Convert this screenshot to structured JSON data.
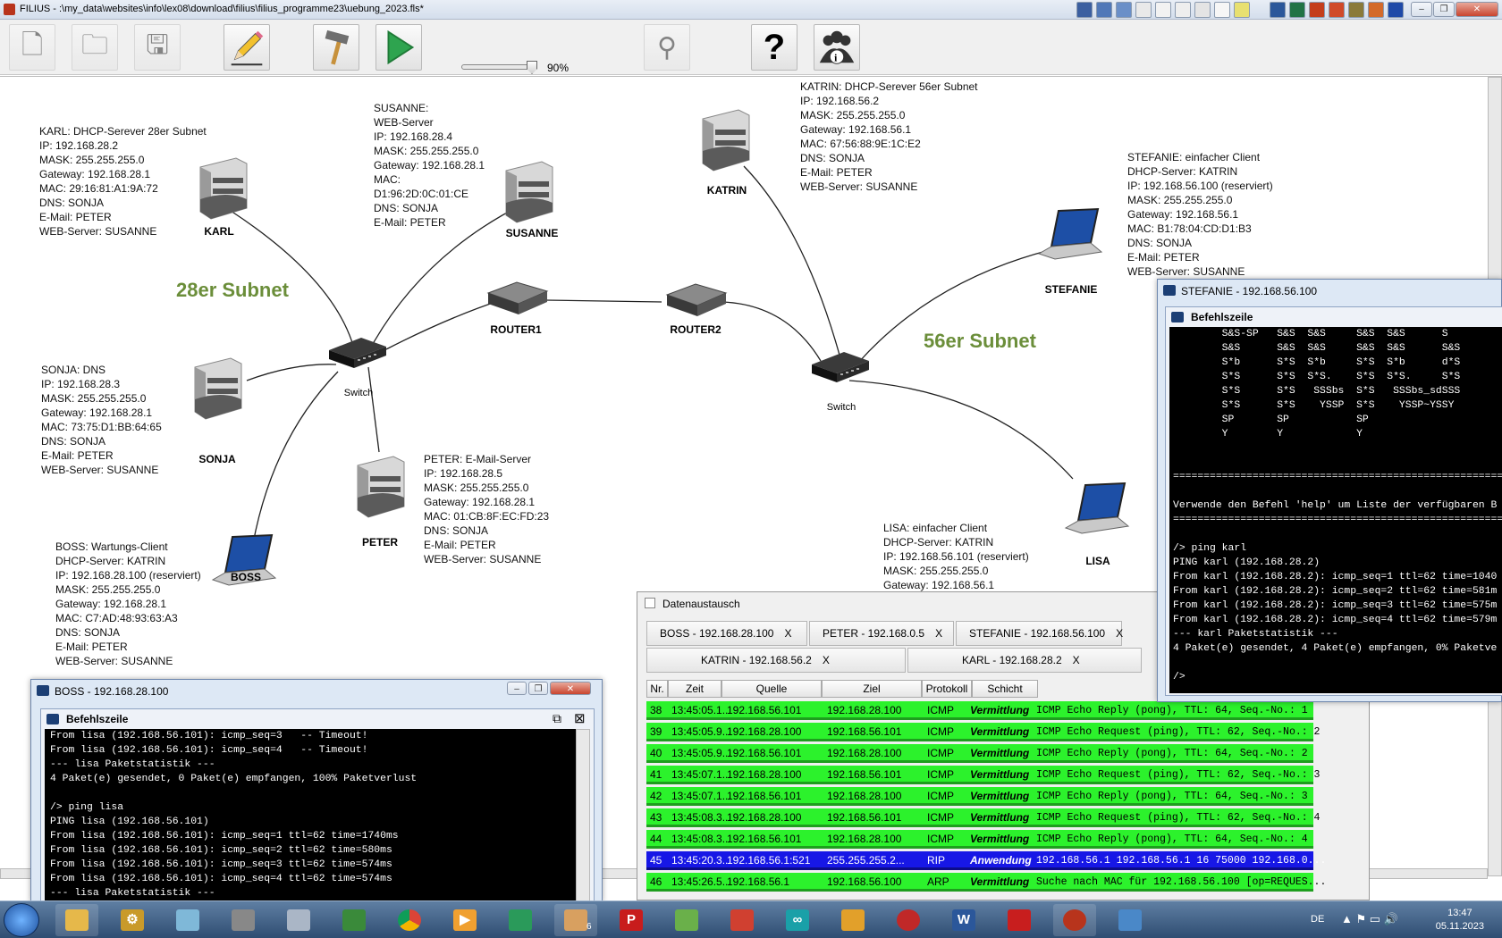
{
  "window": {
    "title": "FILIUS - :\\my_data\\websites\\info\\lex08\\download\\filius\\filius_programme23\\uebung_2023.fls*"
  },
  "toolbar": {
    "zoom": "90%",
    "zoom_level": 0.9
  },
  "nodes": {
    "karl": {
      "name": "KARL",
      "info": "KARL: DHCP-Serever 28er Subnet\nIP: 192.168.28.2\nMASK: 255.255.255.0\nGateway: 192.168.28.1\nMAC: 29:16:81:A1:9A:72\nDNS: SONJA\nE-Mail: PETER\nWEB-Server: SUSANNE"
    },
    "susanne": {
      "name": "SUSANNE",
      "info": "SUSANNE:\nWEB-Server\nIP: 192.168.28.4\nMASK: 255.255.255.0\nGateway: 192.168.28.1\nMAC:\nD1:96:2D:0C:01:CE\nDNS: SONJA\nE-Mail: PETER"
    },
    "katrin": {
      "name": "KATRIN",
      "info": "KATRIN: DHCP-Serever 56er Subnet\nIP: 192.168.56.2\nMASK: 255.255.255.0\nGateway: 192.168.56.1\nMAC: 67:56:88:9E:1C:E2\nDNS: SONJA\nE-Mail: PETER\nWEB-Server: SUSANNE"
    },
    "stefanie": {
      "name": "STEFANIE",
      "info": "STEFANIE: einfacher Client\nDHCP-Server: KATRIN\nIP: 192.168.56.100 (reserviert)\nMASK: 255.255.255.0\nGateway: 192.168.56.1\nMAC: B1:78:04:CD:D1:B3\nDNS: SONJA\nE-Mail: PETER\nWEB-Server: SUSANNE"
    },
    "sonja": {
      "name": "SONJA",
      "info": "SONJA: DNS\nIP: 192.168.28.3\nMASK: 255.255.255.0\nGateway: 192.168.28.1\nMAC: 73:75:D1:BB:64:65\nDNS: SONJA\nE-Mail: PETER\nWEB-Server: SUSANNE"
    },
    "peter": {
      "name": "PETER",
      "info": "PETER: E-Mail-Server\nIP: 192.168.28.5\nMASK: 255.255.255.0\nGateway: 192.168.28.1\nMAC: 01:CB:8F:EC:FD:23\nDNS: SONJA\nE-Mail: PETER\nWEB-Server: SUSANNE"
    },
    "boss": {
      "name": "BOSS",
      "info": "BOSS: Wartungs-Client\nDHCP-Server: KATRIN\nIP: 192.168.28.100 (reserviert)\nMASK: 255.255.255.0\nGateway: 192.168.28.1\nMAC: C7:AD:48:93:63:A3\nDNS: SONJA\nE-Mail: PETER\nWEB-Server: SUSANNE"
    },
    "lisa": {
      "name": "LISA",
      "info": "LISA: einfacher Client\nDHCP-Server: KATRIN\nIP: 192.168.56.101 (reserviert)\nMASK: 255.255.255.0\nGateway: 192.168.56.1"
    },
    "router1": {
      "name": "ROUTER1"
    },
    "router2": {
      "name": "ROUTER2"
    },
    "switch1": {
      "name": "Switch"
    },
    "switch2": {
      "name": "Switch"
    }
  },
  "subnets": {
    "left": "28er Subnet",
    "right": "56er Subnet"
  },
  "boss_window": {
    "title": "BOSS - 192.168.28.100",
    "inner_title": "Befehlszeile",
    "terminal": "From lisa (192.168.56.101): icmp_seq=3   -- Timeout!\nFrom lisa (192.168.56.101): icmp_seq=4   -- Timeout!\n--- lisa Paketstatistik ---\n4 Paket(e) gesendet, 0 Paket(e) empfangen, 100% Paketverlust\n\n/> ping lisa\nPING lisa (192.168.56.101)\nFrom lisa (192.168.56.101): icmp_seq=1 ttl=62 time=1740ms\nFrom lisa (192.168.56.101): icmp_seq=2 ttl=62 time=580ms\nFrom lisa (192.168.56.101): icmp_seq=3 ttl=62 time=574ms\nFrom lisa (192.168.56.101): icmp_seq=4 ttl=62 time=574ms\n--- lisa Paketstatistik ---"
  },
  "stefanie_window": {
    "title": "STEFANIE - 192.168.56.100",
    "inner_title": "Befehlszeile",
    "terminal": "        S&S-SP   S&S  S&S     S&S  S&S      S\n        S&S      S&S  S&S     S&S  S&S      S&S\n        S*b      S*S  S*b     S*S  S*b      d*S\n        S*S      S*S  S*S.    S*S  S*S.     S*S\n        S*S      S*S   SSSbs  S*S   SSSbs_sdSSS\n        S*S      S*S    YSSP  S*S    YSSP~YSSY\n        SP       SP           SP\n        Y        Y            Y\n\n\n=============================================================\n\nVerwende den Befehl 'help' um Liste der verfügbaren B\n=============================================================\n\n/> ping karl\nPING karl (192.168.28.2)\nFrom karl (192.168.28.2): icmp_seq=1 ttl=62 time=1040\nFrom karl (192.168.28.2): icmp_seq=2 ttl=62 time=581m\nFrom karl (192.168.28.2): icmp_seq=3 ttl=62 time=575m\nFrom karl (192.168.28.2): icmp_seq=4 ttl=62 time=579m\n--- karl Paketstatistik ---\n4 Paket(e) gesendet, 4 Paket(e) empfangen, 0% Paketve\n\n/>"
  },
  "data_exchange": {
    "title": "Datenaustausch",
    "tabs_row1": [
      "BOSS - 192.168.28.100",
      "PETER - 192.168.0.5",
      "STEFANIE - 192.168.56.100"
    ],
    "tabs_row2": [
      "KATRIN - 192.168.56.2",
      "KARL - 192.168.28.2"
    ],
    "tab_close": "X",
    "columns": [
      "Nr.",
      "Zeit",
      "Quelle",
      "Ziel",
      "Protokoll",
      "Schicht"
    ],
    "rows": [
      {
        "nr": "38",
        "zeit": "13:45:05.1...",
        "quelle": "192.168.56.101",
        "ziel": "192.168.28.100",
        "proto": "ICMP",
        "schicht": "Vermittlung",
        "desc": "ICMP Echo Reply (pong), TTL: 64, Seq.-No.: 1",
        "selected": false
      },
      {
        "nr": "39",
        "zeit": "13:45:05.9...",
        "quelle": "192.168.28.100",
        "ziel": "192.168.56.101",
        "proto": "ICMP",
        "schicht": "Vermittlung",
        "desc": "ICMP Echo Request (ping), TTL: 62, Seq.-No.: 2",
        "selected": false
      },
      {
        "nr": "40",
        "zeit": "13:45:05.9...",
        "quelle": "192.168.56.101",
        "ziel": "192.168.28.100",
        "proto": "ICMP",
        "schicht": "Vermittlung",
        "desc": "ICMP Echo Reply (pong), TTL: 64, Seq.-No.: 2",
        "selected": false
      },
      {
        "nr": "41",
        "zeit": "13:45:07.1...",
        "quelle": "192.168.28.100",
        "ziel": "192.168.56.101",
        "proto": "ICMP",
        "schicht": "Vermittlung",
        "desc": "ICMP Echo Request (ping), TTL: 62, Seq.-No.: 3",
        "selected": false
      },
      {
        "nr": "42",
        "zeit": "13:45:07.1...",
        "quelle": "192.168.56.101",
        "ziel": "192.168.28.100",
        "proto": "ICMP",
        "schicht": "Vermittlung",
        "desc": "ICMP Echo Reply (pong), TTL: 64, Seq.-No.: 3",
        "selected": false
      },
      {
        "nr": "43",
        "zeit": "13:45:08.3...",
        "quelle": "192.168.28.100",
        "ziel": "192.168.56.101",
        "proto": "ICMP",
        "schicht": "Vermittlung",
        "desc": "ICMP Echo Request (ping), TTL: 62, Seq.-No.: 4",
        "selected": false
      },
      {
        "nr": "44",
        "zeit": "13:45:08.3...",
        "quelle": "192.168.56.101",
        "ziel": "192.168.28.100",
        "proto": "ICMP",
        "schicht": "Vermittlung",
        "desc": "ICMP Echo Reply (pong), TTL: 64, Seq.-No.: 4",
        "selected": false
      },
      {
        "nr": "45",
        "zeit": "13:45:20.3...",
        "quelle": "192.168.56.1:521",
        "ziel": "255.255.255.2...",
        "proto": "RIP",
        "schicht": "Anwendung",
        "desc": "192.168.56.1 192.168.56.1 16 75000 192.168.0...",
        "selected": true
      },
      {
        "nr": "46",
        "zeit": "13:45:26.5...",
        "quelle": "192.168.56.1",
        "ziel": "192.168.56.100",
        "proto": "ARP",
        "schicht": "Vermittlung",
        "desc": "Suche nach MAC für 192.168.56.100 [op=REQUES...",
        "selected": false
      }
    ]
  },
  "taskbar": {
    "lang": "DE",
    "time": "13:47",
    "date": "05.11.2023",
    "badge": "6"
  },
  "colors": {
    "subnet": "#6b8e3a",
    "row_green": "#2cf22c",
    "row_selected": "#1717e6"
  }
}
